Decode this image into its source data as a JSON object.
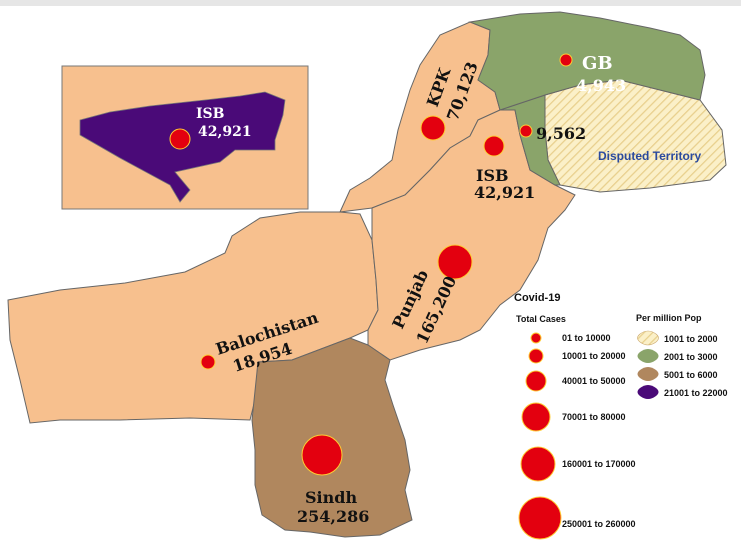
{
  "colors": {
    "band_1001_2000": "#f7c08e",
    "band_2001_3000": "#8aa46a",
    "band_5001_6000": "#b0875e",
    "band_21001_22000": "#4a0a78",
    "case_marker": "#e3000f",
    "disputed_text": "#2b4a9e"
  },
  "labels": {
    "kpk_name": "KPK",
    "kpk_value": "70,123",
    "gb_name": "GB",
    "gb_value": "4,943",
    "ajk_value": "9,562",
    "disputed": "Disputed Territory",
    "isb_name": "ISB",
    "isb_value": "42,921",
    "punjab_name": "Punjab",
    "punjab_value": "165,200",
    "balochistan_name": "Balochistan",
    "balochistan_value": "18,954",
    "sindh_name": "Sindh",
    "sindh_value": "254,286",
    "inset_isb_name": "ISB",
    "inset_isb_value": "42,921"
  },
  "legend": {
    "title": "Covid-19",
    "cases_header": "Total Cases",
    "pop_header": "Per million Pop",
    "case_classes": [
      "01 to 10000",
      "10001 to 20000",
      "40001 to 50000",
      "70001 to 80000",
      "160001 to 170000",
      "250001 to 260000"
    ],
    "pop_classes": [
      "1001 to 2000",
      "2001 to 3000",
      "5001 to 6000",
      "21001 to 22000"
    ]
  }
}
